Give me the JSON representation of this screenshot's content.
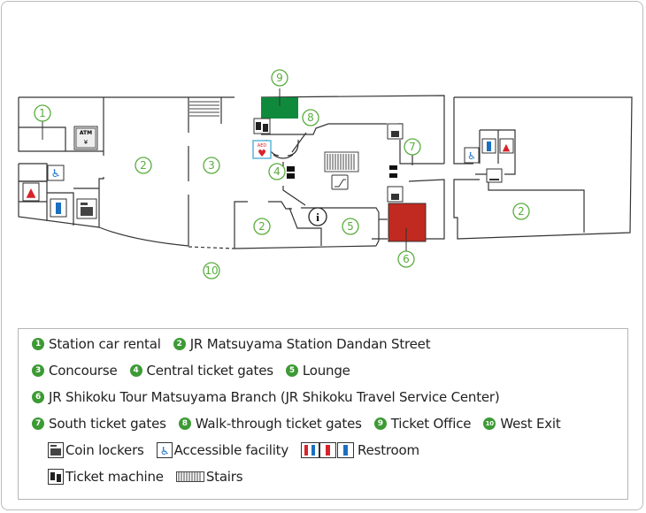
{
  "map": {
    "markers": [
      "1",
      "2",
      "3",
      "4",
      "5",
      "6",
      "7",
      "8",
      "9",
      "10"
    ],
    "icon_labels": {
      "atm": "ATM",
      "aed": "AED",
      "yen": "¥"
    },
    "colors": {
      "ticket_office": "#0f8a3c",
      "travel_center": "#c12a20",
      "marker": "#5aad3f",
      "male": "#1a6fc0",
      "female": "#d8232a"
    }
  },
  "legend": {
    "items": [
      {
        "num": "1",
        "label": "Station car rental"
      },
      {
        "num": "2",
        "label": "JR Matsuyama Station Dandan Street"
      },
      {
        "num": "3",
        "label": "Concourse"
      },
      {
        "num": "4",
        "label": "Central ticket gates"
      },
      {
        "num": "5",
        "label": "Lounge"
      },
      {
        "num": "6",
        "label": "JR Shikoku Tour Matsuyama Branch (JR Shikoku Travel Service Center)"
      },
      {
        "num": "7",
        "label": "South ticket gates"
      },
      {
        "num": "8",
        "label": "Walk-through ticket gates"
      },
      {
        "num": "9",
        "label": "Ticket Office"
      },
      {
        "num": "10",
        "label": "West Exit"
      }
    ],
    "symbols": {
      "coin_lockers": "Coin lockers",
      "accessible": "Accessible facility",
      "restroom": "Restroom",
      "ticket_machine": "Ticket machine",
      "stairs": "Stairs"
    }
  }
}
